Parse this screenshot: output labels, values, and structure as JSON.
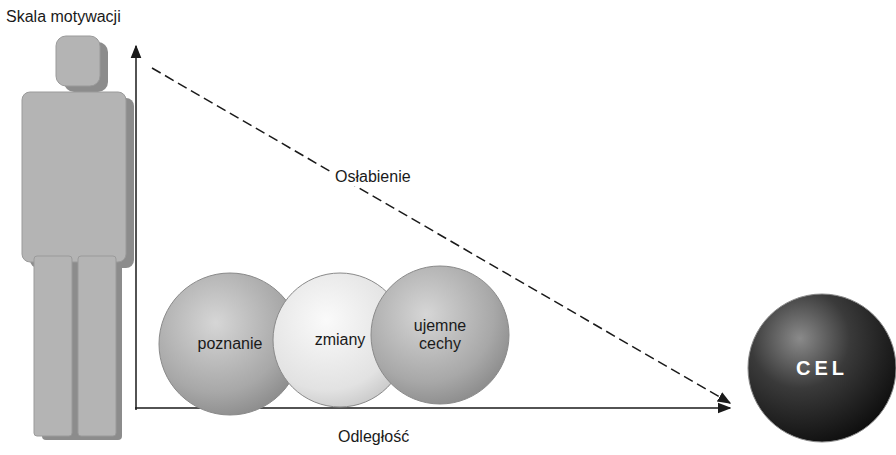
{
  "diagram": {
    "nodes": [
      {
        "text": [
          "poznanie"
        ]
      },
      {
        "text": [
          "zmiany"
        ]
      },
      {
        "text": [
          "ujemne cechy"
        ]
      },
      {
        "text": [
          "CEL"
        ]
      }
    ],
    "labels": [
      "Skala motywacji",
      "Osłabienie",
      "Odległość"
    ]
  }
}
